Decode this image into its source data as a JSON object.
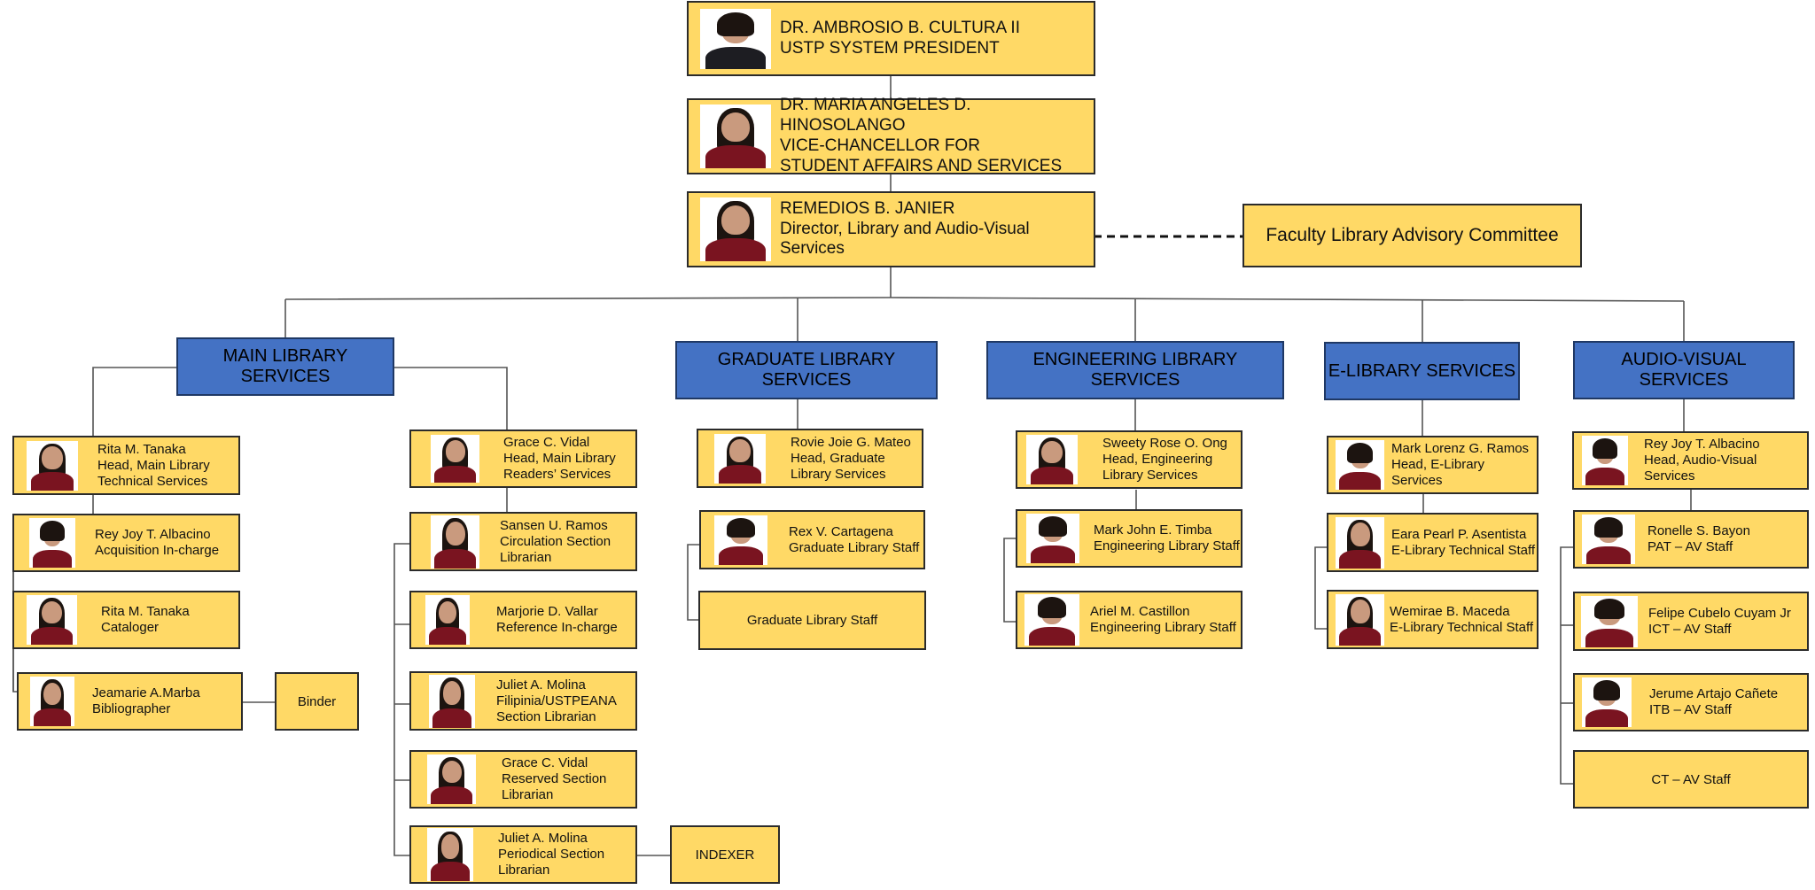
{
  "leadership": [
    {
      "lines": [
        "DR. AMBROSIO B. CULTURA  II",
        "USTP SYSTEM PRESIDENT"
      ],
      "icon": "portrait-man-suit"
    },
    {
      "lines": [
        "DR. MARIA ANGELES D. HINOSOLANGO",
        "VICE-CHANCELLOR FOR",
        "STUDENT AFFAIRS AND SERVICES"
      ],
      "icon": "portrait-woman"
    },
    {
      "lines": [
        "REMEDIOS B. JANIER",
        "Director, Library and  Audio-Visual",
        "Services"
      ],
      "icon": "portrait-woman"
    }
  ],
  "committee": "Faculty Library Advisory Committee",
  "departments": [
    "MAIN LIBRARY SERVICES",
    "GRADUATE LIBRARY SERVICES",
    "ENGINEERING LIBRARY SERVICES",
    "E-LIBRARY SERVICES",
    "AUDIO-VISUAL SERVICES"
  ],
  "main_technical": [
    {
      "lines": [
        "Rita M. Tanaka",
        "Head, Main Library",
        "Technical Services"
      ],
      "icon": "portrait-woman"
    },
    {
      "lines": [
        "Rey Joy T. Albacino",
        "Acquisition In-charge"
      ],
      "icon": "portrait-man"
    },
    {
      "lines": [
        "Rita M. Tanaka",
        "Cataloger"
      ],
      "icon": "portrait-woman"
    },
    {
      "lines": [
        "Jeamarie A.Marba",
        "Bibliographer"
      ],
      "icon": "portrait-woman"
    }
  ],
  "binder": "Binder",
  "main_readers": [
    {
      "lines": [
        "Grace C. Vidal",
        "Head, Main Library",
        "Readers’ Services"
      ],
      "icon": "portrait-woman"
    },
    {
      "lines": [
        "Sansen U. Ramos",
        "Circulation Section",
        "Librarian"
      ],
      "icon": "portrait-woman"
    },
    {
      "lines": [
        "Marjorie D. Vallar",
        "Reference  In-charge"
      ],
      "icon": "portrait-woman"
    },
    {
      "lines": [
        "Juliet A.  Molina",
        "Filipinia/USTPEANA",
        "Section Librarian"
      ],
      "icon": "portrait-woman"
    },
    {
      "lines": [
        "Grace C. Vidal",
        "Reserved Section",
        "Librarian"
      ],
      "icon": "portrait-woman"
    },
    {
      "lines": [
        "Juliet A.  Molina",
        "Periodical  Section",
        "Librarian"
      ],
      "icon": "portrait-woman"
    }
  ],
  "indexer": "INDEXER",
  "graduate": [
    {
      "lines": [
        "Rovie Joie G. Mateo",
        "Head, Graduate",
        "Library Services"
      ],
      "icon": "portrait-woman"
    },
    {
      "lines": [
        "Rex V. Cartagena",
        "Graduate  Library Staff"
      ],
      "icon": "portrait-man"
    }
  ],
  "graduate_plain": "Graduate Library Staff",
  "engineering": [
    {
      "lines": [
        "Sweety Rose O. Ong",
        "Head, Engineering",
        "Library Services"
      ],
      "icon": "portrait-woman"
    },
    {
      "lines": [
        "Mark John E. Timba",
        "Engineering  Library Staff"
      ],
      "icon": "portrait-man"
    },
    {
      "lines": [
        "Ariel M. Castillon",
        "Engineering  Library Staff"
      ],
      "icon": "portrait-man"
    }
  ],
  "elibrary": [
    {
      "lines": [
        "Mark Lorenz G. Ramos",
        "Head, E-Library Services"
      ],
      "icon": "portrait-man"
    },
    {
      "lines": [
        "Eara Pearl P. Asentista",
        "E-Library Technical Staff"
      ],
      "icon": "portrait-woman"
    },
    {
      "lines": [
        "Wemirae B. Maceda",
        "E-Library Technical Staff"
      ],
      "icon": "portrait-woman"
    }
  ],
  "av": [
    {
      "lines": [
        "Rey Joy T. Albacino",
        "Head, Audio-Visual Services"
      ],
      "icon": "portrait-man"
    },
    {
      "lines": [
        "Ronelle S. Bayon",
        "PAT – AV Staff"
      ],
      "icon": "portrait-man"
    },
    {
      "lines": [
        "Felipe Cubelo Cuyam Jr",
        "ICT – AV Staff"
      ],
      "icon": "portrait-man"
    },
    {
      "lines": [
        "Jerume Artajo Cañete",
        "ITB – AV Staff"
      ],
      "icon": "portrait-man"
    }
  ],
  "av_plain": "CT – AV Staff",
  "colors": {
    "box_fill": "#ffd966",
    "department_fill": "#4472c4",
    "line": "#555555"
  }
}
